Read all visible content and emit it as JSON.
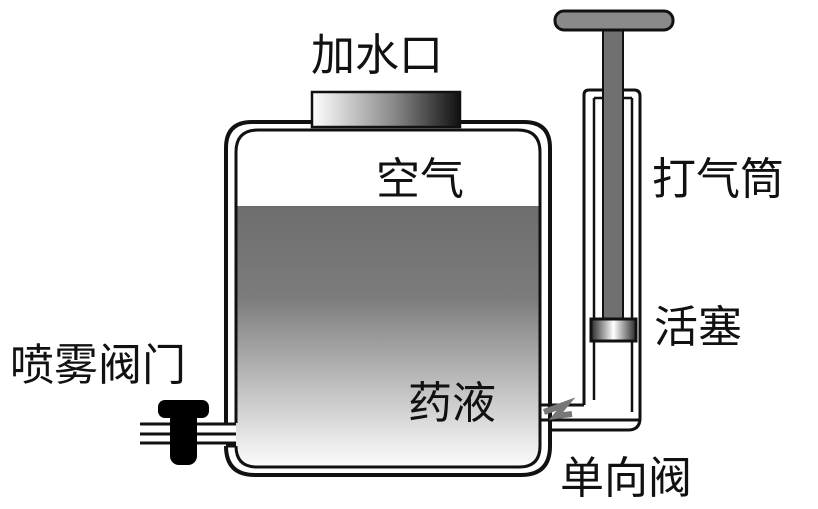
{
  "labels": {
    "fill_port": "加水口",
    "air": "空气",
    "pump_cylinder": "打气筒",
    "piston": "活塞",
    "spray_valve": "喷雾阀门",
    "liquid": "药液",
    "check_valve": "单向阀"
  },
  "colors": {
    "outline": "#111111",
    "liquid_top": "#6d6d6d",
    "liquid_bottom": "#fdfdfd",
    "handle": "#8a8a8a",
    "rod": "#707070",
    "valve_knob": "#000000"
  },
  "icons": {
    "fill_cap": "gradient-cap-shape",
    "piston": "gradient-disc-shape",
    "valve": "t-shaped-knob-shape",
    "check_valve": "zigzag-flap-shape"
  }
}
